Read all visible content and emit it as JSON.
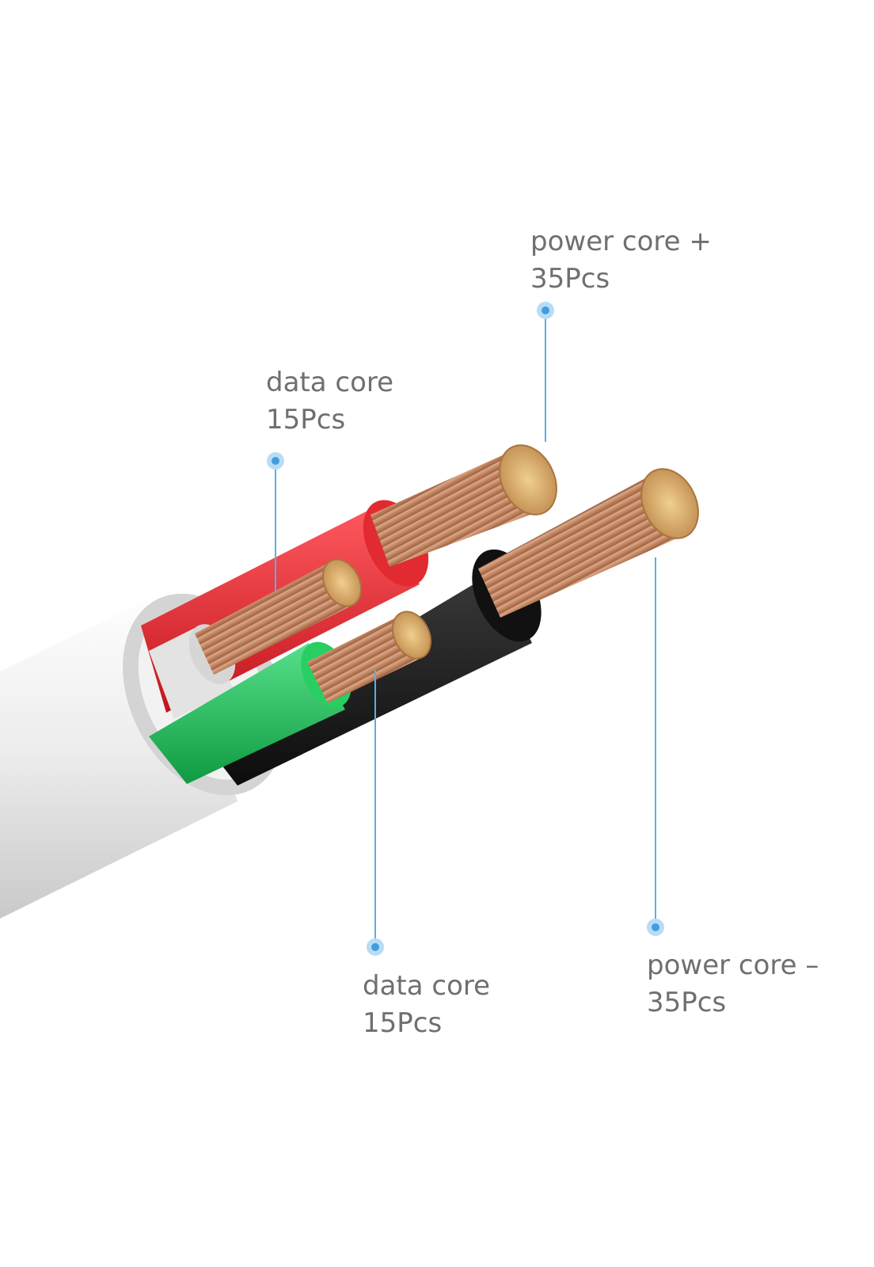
{
  "callouts": {
    "power_plus": {
      "name": "power core +",
      "count": "35Pcs"
    },
    "data_top": {
      "name": "data core",
      "count": "15Pcs"
    },
    "data_bottom": {
      "name": "data core",
      "count": "15Pcs"
    },
    "power_minus": {
      "name": "power core –",
      "count": "35Pcs"
    }
  },
  "colors": {
    "callout_line": "#5aaee6",
    "callout_text": "#6f6f6f",
    "copper": "#c98d6a",
    "copper_ends": "#e2b872",
    "jacket": "#e8e8e8",
    "insulation_red": "#e8333a",
    "insulation_black": "#1c1c1c",
    "insulation_green": "#21c35c",
    "insulation_white": "#dcdcdc"
  }
}
